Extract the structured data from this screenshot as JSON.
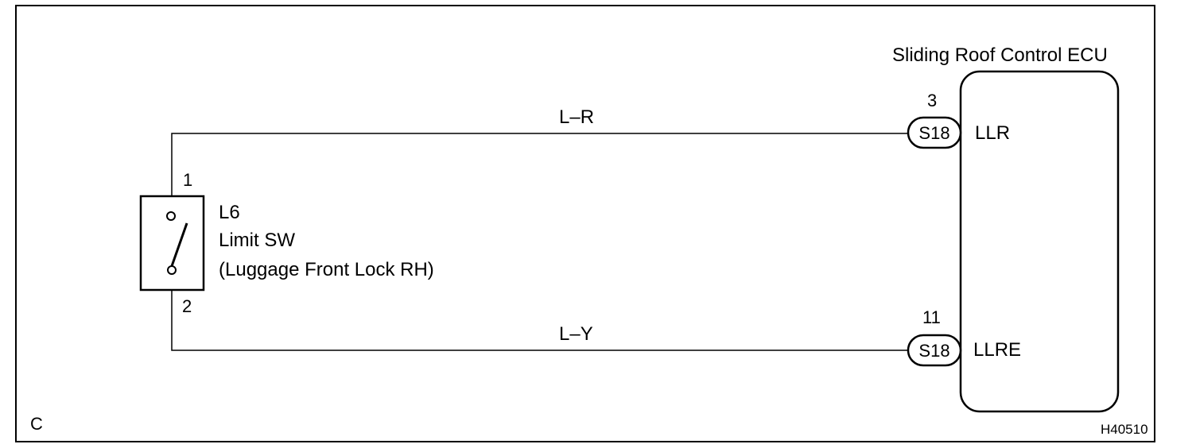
{
  "ecu": {
    "title": "Sliding Roof Control ECU",
    "terminals": [
      {
        "pin": "3",
        "connector": "S18",
        "name": "LLR"
      },
      {
        "pin": "11",
        "connector": "S18",
        "name": "LLRE"
      }
    ]
  },
  "switch": {
    "code": "L6",
    "name": "Limit SW",
    "description": "(Luggage Front Lock RH)",
    "pin_top": "1",
    "pin_bottom": "2"
  },
  "wires": {
    "top": "L–R",
    "bottom": "L–Y"
  },
  "corner_label": "C",
  "figure_id": "H40510"
}
